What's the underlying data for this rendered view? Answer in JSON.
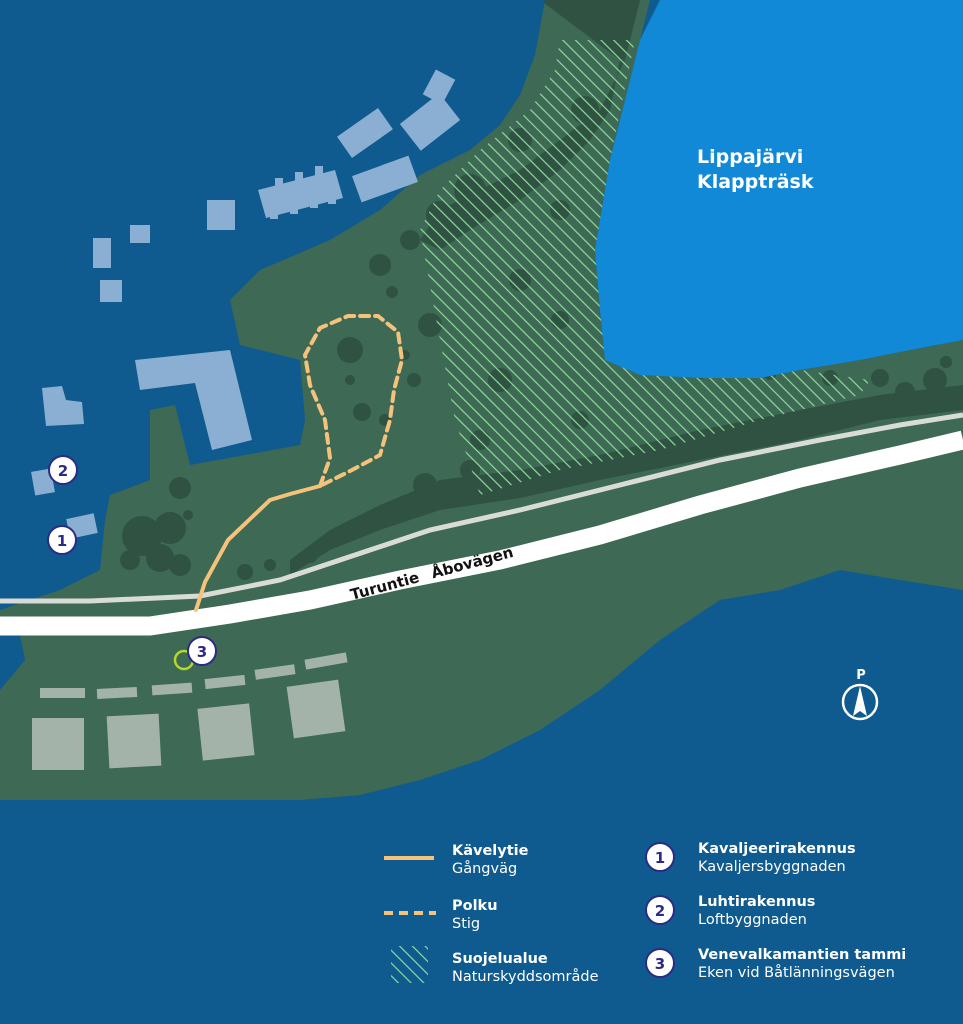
{
  "lake": {
    "name_fi": "Lippajärvi",
    "name_sv": "Klappträsk"
  },
  "road": {
    "name_fi": "Turuntie",
    "name_sv": "Åbovägen"
  },
  "north_arrow": {
    "letter": "P"
  },
  "markers": [
    {
      "num": "1",
      "title": "Kavaljeerirakennus",
      "subtitle": "Kavaljersbyggnaden"
    },
    {
      "num": "2",
      "title": "Luhtirakennus",
      "subtitle": "Loftbyggnaden"
    },
    {
      "num": "3",
      "title": "Venevalkamantien tammi",
      "subtitle": "Eken vid Båtlänningsvägen"
    }
  ],
  "legend": {
    "walkway": {
      "title": "Kävelytie",
      "subtitle": "Gångväg"
    },
    "path": {
      "title": "Polku",
      "subtitle": "Stig"
    },
    "protected": {
      "title": "Suojelualue",
      "subtitle": "Naturskyddsområde"
    }
  },
  "colors": {
    "sea": "#0f5a8e",
    "lake": "#1289d6",
    "land": "#3d6955",
    "trees": "#2f5243",
    "buildings": "#8aafd2",
    "buildings_south": "#a4b3aa",
    "road": "#ffffff",
    "walkway": "#f4c27a",
    "hatch": "#8fdc9a",
    "marker_ring": "#2c2a85"
  }
}
